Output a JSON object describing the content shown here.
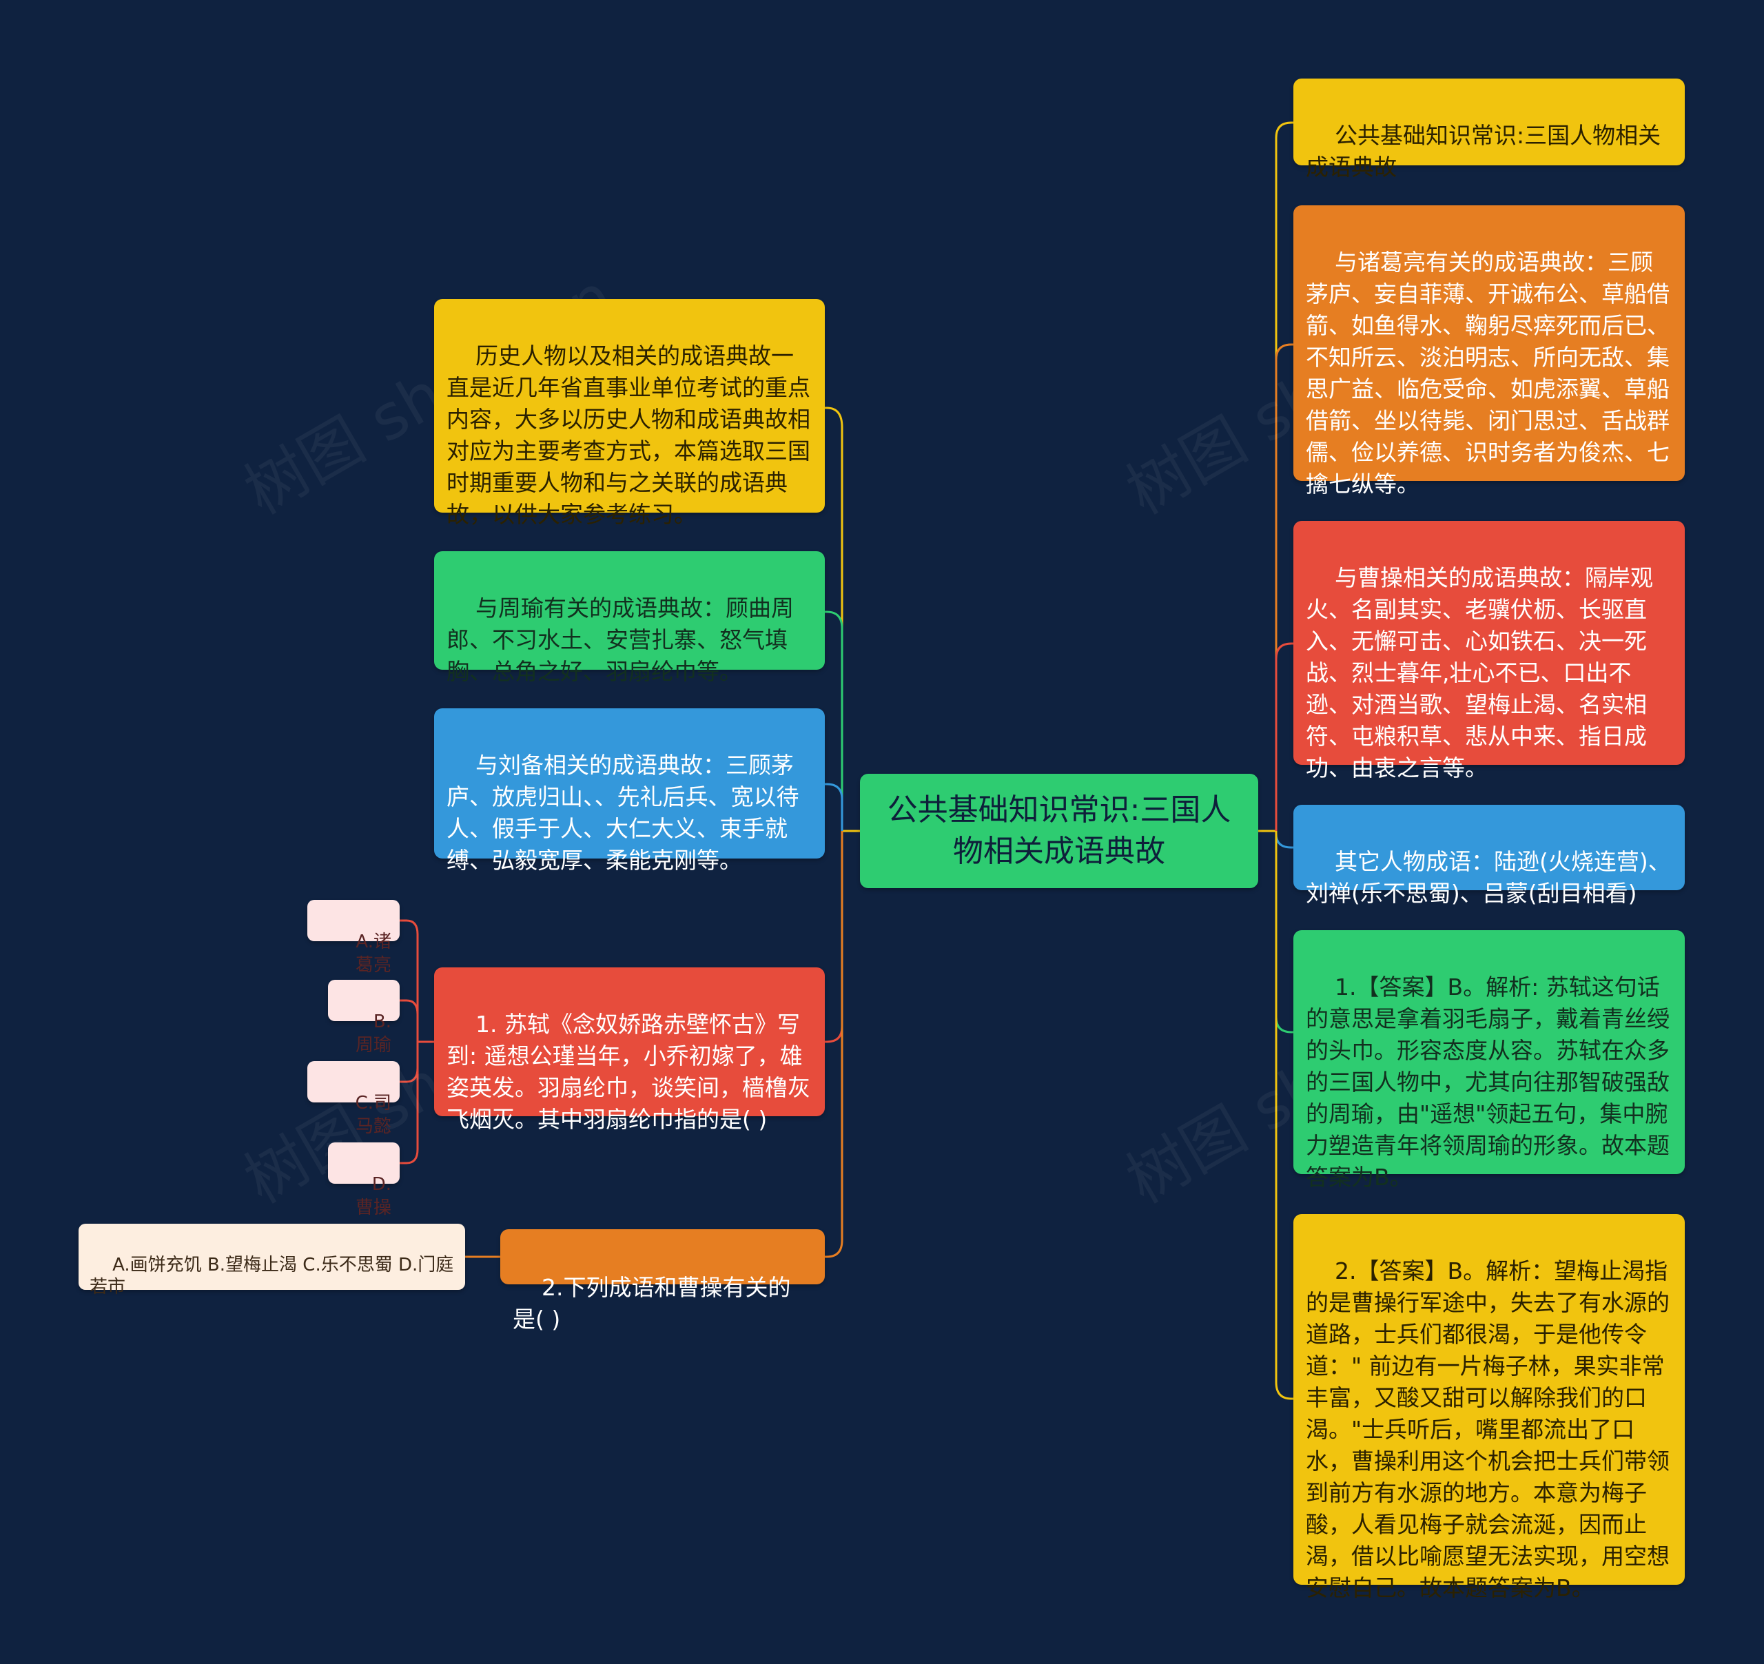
{
  "root": {
    "title": "公共基础知识常识:三国人物相关成语典故"
  },
  "left": {
    "intro": "历史人物以及相关的成语典故一直是近几年省直事业单位考试的重点内容，大多以历史人物和成语典故相对应为主要考查方式，本篇选取三国时期重要人物和与之关联的成语典故，以供大家参考练习。",
    "zhouyu": "与周瑜有关的成语典故：顾曲周郎、不习水土、安营扎寨、怒气填胸、总角之好、羽扇纶巾等。",
    "liubei": "与刘备相关的成语典故：三顾茅庐、放虎归山、、先礼后兵、宽以待人、假手于人、大仁大义、束手就缚、弘毅宽厚、柔能克刚等。",
    "q1": {
      "text": "1. 苏轼《念奴娇路赤壁怀古》写到: 遥想公瑾当年，小乔初嫁了，雄姿英发。羽扇纶巾，谈笑间，樯橹灰飞烟灭。其中羽扇纶巾指的是( )",
      "options": [
        "A.诸葛亮",
        "B.周瑜",
        "C.司马懿",
        "D.曹操"
      ]
    },
    "q2": {
      "text": "2.下列成语和曹操有关的是( )",
      "options": "A.画饼充饥 B.望梅止渴 C.乐不思蜀 D.门庭若市"
    }
  },
  "right": {
    "title": "公共基础知识常识:三国人物相关成语典故",
    "zhuge": "与诸葛亮有关的成语典故：三顾茅庐、妄自菲薄、开诚布公、草船借箭、如鱼得水、鞠躬尽瘁死而后已、不知所云、淡泊明志、所向无敌、集思广益、临危受命、如虎添翼、草船借箭、坐以待毙、闭门思过、舌战群儒、俭以养德、识时务者为俊杰、七擒七纵等。",
    "caocao": "与曹操相关的成语典故：隔岸观火、名副其实、老骥伏枥、长驱直入、无懈可击、心如铁石、决一死战、烈士暮年,壮心不已、口出不逊、对酒当歌、望梅止渴、名实相符、屯粮积草、悲从中来、指日成功、由衷之言等。",
    "others": "其它人物成语：陆逊(火烧连营)、刘禅(乐不思蜀)、吕蒙(刮目相看)",
    "answer1": "1.【答案】B。解析: 苏轼这句话的意思是拿着羽毛扇子，戴着青丝绶的头巾。形容态度从容。苏轼在众多的三国人物中，尤其向往那智破强敌的周瑜，由\"遥想\"领起五句，集中腕力塑造青年将领周瑜的形象。故本题答案为B。",
    "answer2": "2.【答案】B。解析：望梅止渴指的是曹操行军途中，失去了有水源的道路，士兵们都很渴，于是他传令道：\" 前边有一片梅子林，果实非常丰富，又酸又甜可以解除我们的口渴。\"士兵听后，嘴里都流出了口水，曹操利用这个机会把士兵们带领到前方有水源的地方。本意为梅子酸，人看见梅子就会流涎，因而止渴，借以比喻愿望无法实现，用空想安慰自己。故本题答案为B。"
  },
  "colors": {
    "background": "#0f2240",
    "yellow": "#f1c40f",
    "orange": "#e67e22",
    "red": "#e74c3c",
    "blue": "#3498db",
    "green": "#2ecc71",
    "pink": "#fde4e4",
    "cream": "#fdeee0"
  }
}
